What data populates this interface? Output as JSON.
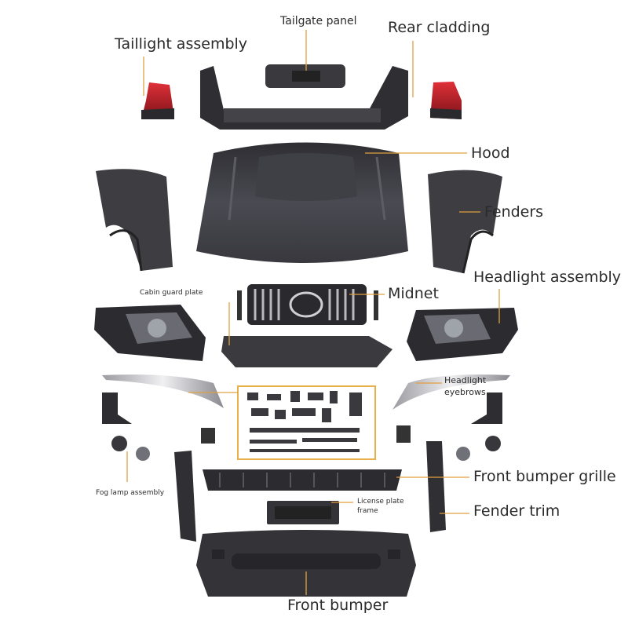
{
  "labels": {
    "tailgate_panel": "Tailgate panel",
    "rear_cladding": "Rear cladding",
    "taillight_assembly": "Taillight assembly",
    "hood": "Hood",
    "fenders": "Fenders",
    "headlight_assembly": "Headlight assembly",
    "cabin_guard_plate": "Cabin guard plate",
    "midnet": "Midnet",
    "headlight_eyebrows": "Headlight\neyebrows",
    "front_bumper_grille": "Front bumper grille",
    "fender_trim": "Fender trim",
    "fog_lamp_assembly": "Fog lamp assembly",
    "license_plate_frame": "License plate\nframe",
    "front_bumper": "Front bumper"
  },
  "colors": {
    "leader_line": "#e0a040",
    "highlight_box": "#e8b04a",
    "part_dark": "#3a3a3e",
    "part_mid": "#55555a",
    "taillight_red": "#b0202a"
  }
}
